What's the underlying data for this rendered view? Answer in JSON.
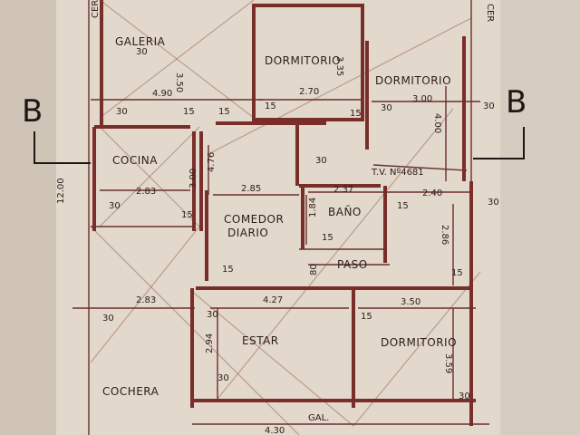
{
  "sections": [
    "B",
    "B"
  ],
  "rooms": {
    "galeria": "GALERIA",
    "dormitorio_1": "DORMITORIO",
    "dormitorio_2": "DORMITORIO",
    "cocina": "COCINA",
    "comedor": "COMEDOR",
    "diario": "DIARIO",
    "bano": "BAÑO",
    "paso": "PASO",
    "estar": "ESTAR",
    "dormitorio_3": "DORMITORIO",
    "cochera": "COCHERA",
    "gal": "GAL."
  },
  "annotations": {
    "tv": "T.V. Nº4681",
    "cer_left": "CER",
    "cer_right": "CER"
  },
  "dimensions": {
    "d490": "4.90",
    "d350": "3.50",
    "d270": "2.70",
    "d335": "3.35",
    "d300_top": "3.00",
    "d400": "4.00",
    "d283_cocina": "2.83",
    "d300_v": "3.00",
    "d476": "4.76",
    "d285": "2.85",
    "d237": "2.37",
    "d240": "2.40",
    "d184": "1.84",
    "d286": "2.86",
    "d283_cochera": "2.83",
    "d427": "4.27",
    "d350_dorm": "3.50",
    "d294": "2.94",
    "d359": "3.59",
    "d1200": "12.00",
    "d80": "80",
    "s30_a": "30",
    "s15_a": "15",
    "s15_b": "15",
    "s15_c": "15",
    "s15_d": "15",
    "s15_e": "15",
    "s30_b": "30",
    "s30_c": "30",
    "s30_d": "30",
    "s30_e": "30",
    "s30_f": "30",
    "s30_g": "30",
    "s15_f": "15",
    "s15_g": "15",
    "s15_h": "15",
    "s30_h": "30",
    "s15_i": "15",
    "s30_i": "30",
    "s30_j": "30",
    "s15_j": "15",
    "s30_k": "30",
    "d430": "4.30"
  }
}
